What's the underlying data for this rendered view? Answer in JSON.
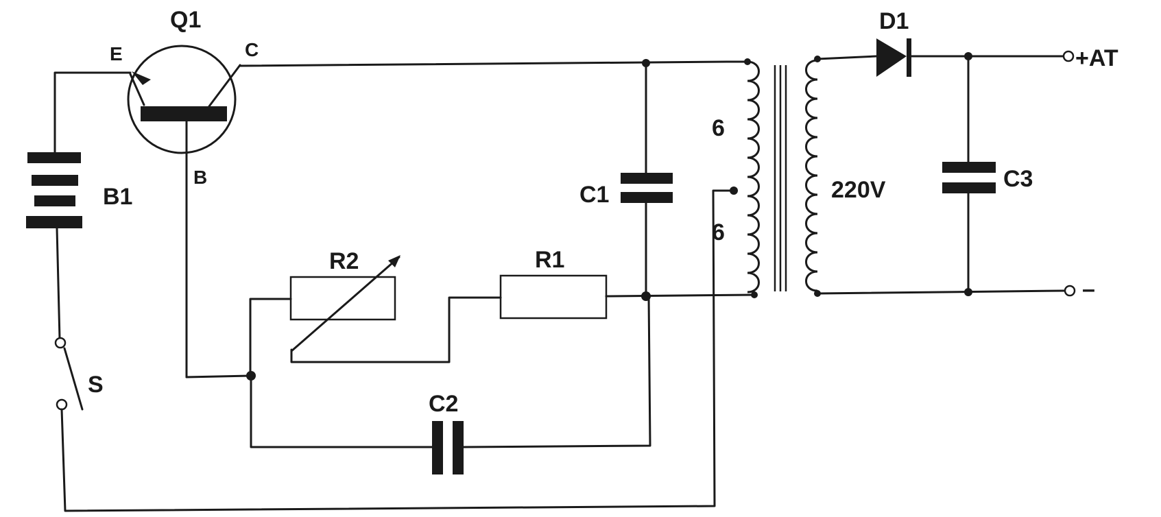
{
  "diagram": {
    "title": "",
    "components": {
      "transistor": {
        "ref": "Q1",
        "emitter": "E",
        "collector": "C",
        "base": "B"
      },
      "battery": {
        "ref": "B1"
      },
      "switch": {
        "ref": "S"
      },
      "capacitor1": {
        "ref": "C1"
      },
      "capacitor2": {
        "ref": "C2"
      },
      "capacitor3": {
        "ref": "C3"
      },
      "resistor1": {
        "ref": "R1"
      },
      "resistor2": {
        "ref": "R2"
      },
      "diode": {
        "ref": "D1"
      },
      "transformer": {
        "primary_upper": "6",
        "primary_lower": "6",
        "secondary": "220V"
      }
    },
    "outputs": {
      "positive": "+AT",
      "negative": "–"
    },
    "colors": {
      "ink": "#1a1a1a",
      "paper": "#ffffff"
    }
  }
}
